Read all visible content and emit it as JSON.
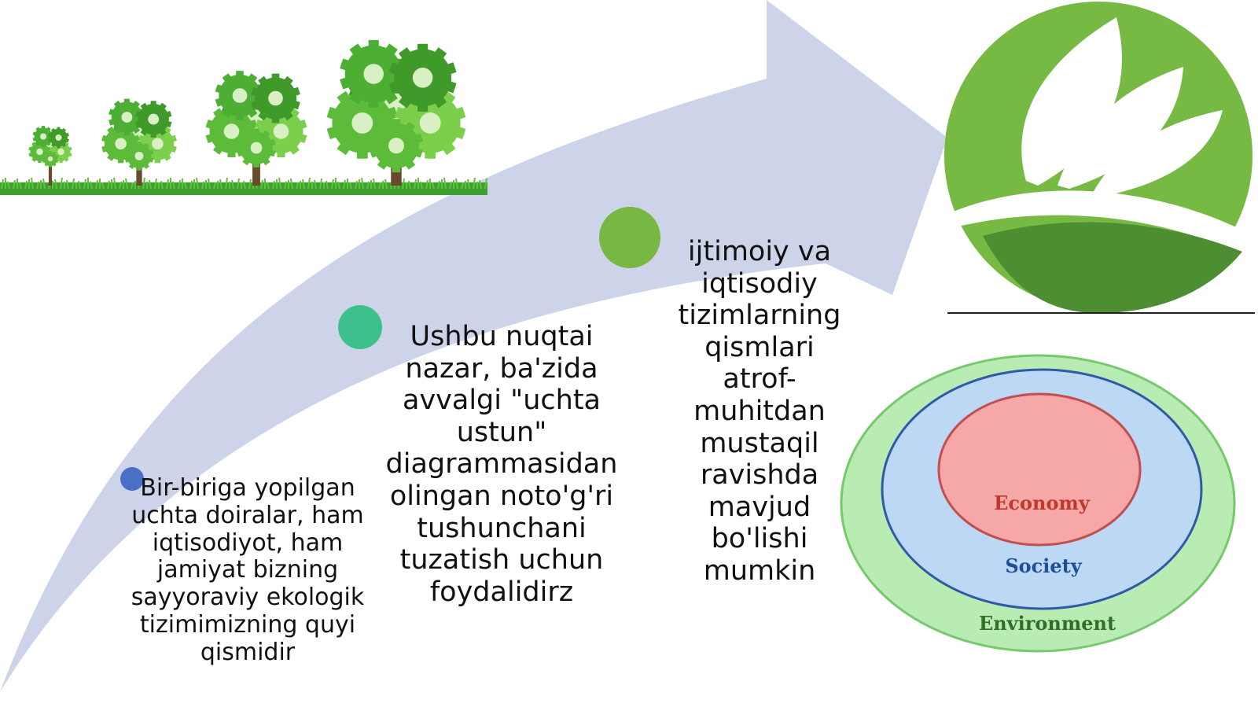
{
  "steps": [
    {
      "text": "Bir-biriga yopilgan uchta doiralar, ham iqtisodiyot, ham jamiyat bizning sayyoraviy ekologik tizimimizning quyi qismidir",
      "dot_color": "#4a6fc4"
    },
    {
      "text": "Ushbu nuqtai nazar, ba'zida avvalgi \"uchta ustun\" diagrammasidan olingan noto'g'ri tushunchani tuzatish uchun foydalidirz",
      "dot_color": "#3fbf8c"
    },
    {
      "text": "ijtimoiy va iqtisodiy tizimlarning qismlari atrof-muhitdan mustaqil ravishda mavjud bo'lishi mumkin",
      "dot_color": "#77b843"
    }
  ],
  "venn": {
    "economy": "Economy",
    "society": "Society",
    "environment": "Environment",
    "colors": {
      "economy": "#f6a8a8",
      "society": "#bcd8f4",
      "environment": "#b9ecb2"
    }
  },
  "arrow_color": "#cdd4ea",
  "logo_colors": {
    "light": "#76b943",
    "dark": "#4e8e33"
  },
  "icons": [
    "gear-tree-icon",
    "leaf-logo-icon"
  ]
}
